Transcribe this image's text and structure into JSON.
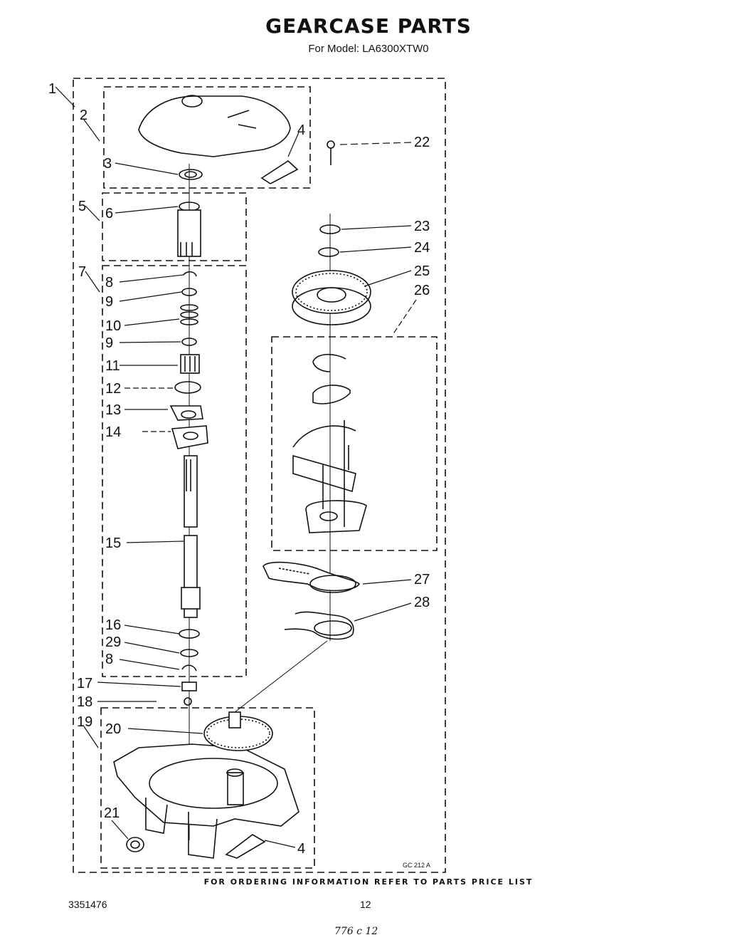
{
  "header": {
    "title": "GEARCASE PARTS",
    "model_line": "For Model: LA6300XTW0"
  },
  "callouts": {
    "c1": "1",
    "c2": "2",
    "c3": "3",
    "c4a": "4",
    "c5": "5",
    "c6": "6",
    "c7": "7",
    "c8a": "8",
    "c9a": "9",
    "c10": "10",
    "c9b": "9",
    "c11": "11",
    "c12": "12",
    "c13": "13",
    "c14": "14",
    "c15": "15",
    "c16": "16",
    "c29": "29",
    "c8b": "8",
    "c17": "17",
    "c18": "18",
    "c19": "19",
    "c20": "20",
    "c21": "21",
    "c4b": "4",
    "c22": "22",
    "c23": "23",
    "c24": "24",
    "c25": "25",
    "c26": "26",
    "c27": "27",
    "c28": "28"
  },
  "figure_code": "GC 212 A",
  "footer": {
    "ordering_note": "FOR ORDERING INFORMATION REFER TO PARTS PRICE LIST",
    "document_number": "3351476",
    "page_number": "12",
    "handwritten_note": "776 c 12"
  }
}
